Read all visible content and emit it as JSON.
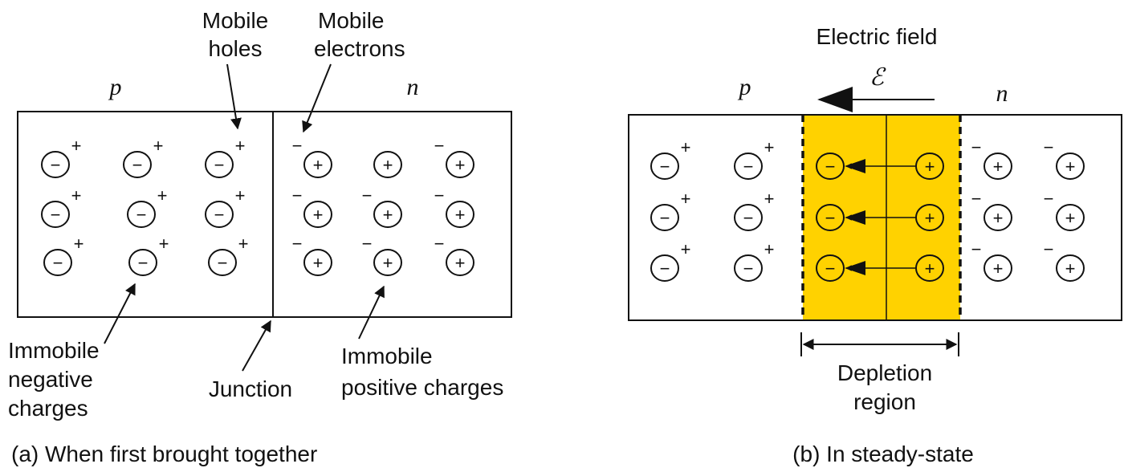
{
  "panel_a": {
    "region_p_label": "p",
    "region_n_label": "n",
    "label_mobile_holes": [
      "Mobile",
      "holes"
    ],
    "label_mobile_electrons": [
      "Mobile",
      "electrons"
    ],
    "label_immobile_negative": [
      "Immobile",
      "negative",
      "charges"
    ],
    "label_junction": "Junction",
    "label_immobile_positive": [
      "Immobile",
      "positive charges"
    ],
    "caption": "(a)  When first brought together"
  },
  "panel_b": {
    "field_title": "Electric field",
    "field_symbol": "ℰ",
    "region_p_label": "p",
    "region_n_label": "n",
    "depletion_label": [
      "Depletion",
      "region"
    ],
    "caption": "(b) In steady-state"
  },
  "glyphs": {
    "minus": "−",
    "plus": "+"
  },
  "colors": {
    "depletion_fill": "#FFD200",
    "line": "#111111"
  }
}
